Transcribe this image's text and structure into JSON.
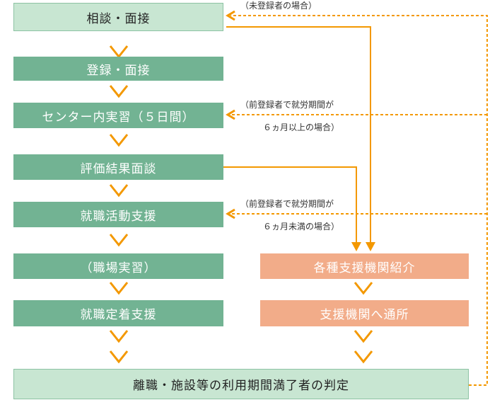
{
  "colors": {
    "flow_light": "#c8e6d2",
    "flow_dark": "#72b393",
    "support": "#f2ac89",
    "arrow": "#f39800"
  },
  "boxes": {
    "consultation": "相談・面接",
    "registration": "登録・面接",
    "center_training": "センター内実習（５日間）",
    "evaluation": "評価結果面談",
    "job_search_support": "就職活動支援",
    "workplace_training": "（職場実習）",
    "job_retention_support": "就職定着支援",
    "agency_referral": "各種支援機関紹介",
    "agency_attendance": "支援機関へ通所",
    "final_decision": "離職・施設等の利用期間満了者の判定"
  },
  "notes": {
    "unregistered": "（未登録者の場合）",
    "prev_registered_over_line1": "（前登録者で就労期間が",
    "prev_registered_over_line2": "６ヵ月以上の場合）",
    "prev_registered_under_line1": "（前登録者で就労期間が",
    "prev_registered_under_line2": "６ヵ月未満の場合）"
  }
}
